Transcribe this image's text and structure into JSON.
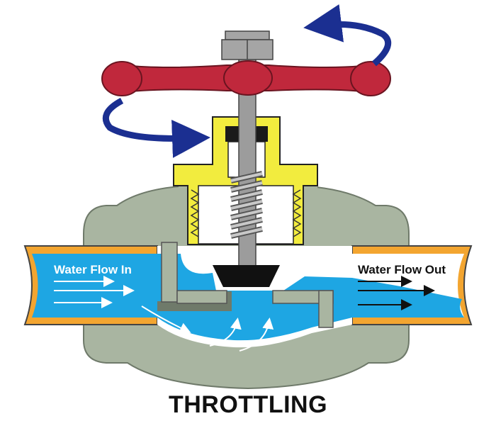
{
  "labels": {
    "inflow": "Water Flow In",
    "outflow": "Water Flow Out",
    "title": "THROTTLING"
  },
  "colors": {
    "body": "#a9b5a1",
    "body_stroke": "#6f7a6a",
    "pipe": "#f3a530",
    "water": "#1ea6e3",
    "bonnet": "#f2ec3e",
    "stem": "#9c9c9c",
    "handle": "#c0283c",
    "rotation_arrow": "#1b2f91",
    "disc": "#111111"
  },
  "icons": {
    "handle": "handwheel-icon",
    "rotation": "rotation-arrow-icon",
    "flow": "flow-arrow-icon"
  }
}
